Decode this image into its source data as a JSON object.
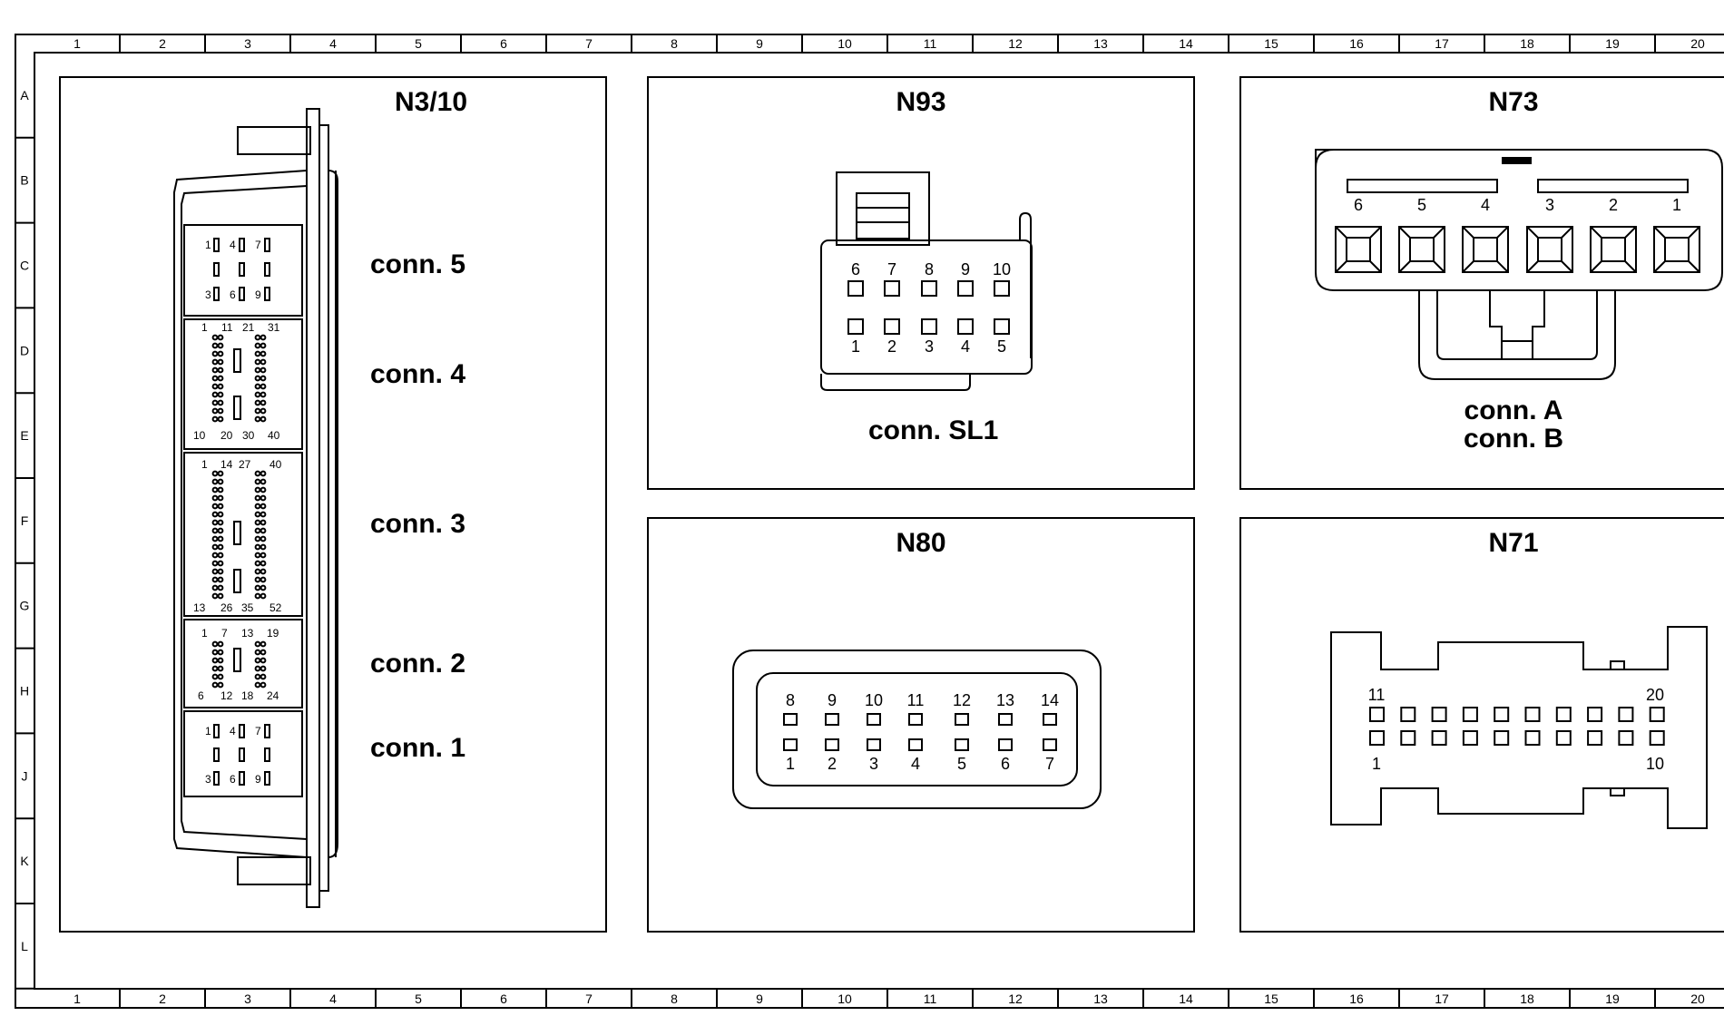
{
  "ruler": {
    "columns": [
      "1",
      "2",
      "3",
      "4",
      "5",
      "6",
      "7",
      "8",
      "9",
      "10",
      "11",
      "12",
      "13",
      "14",
      "15",
      "16",
      "17",
      "18",
      "19",
      "20"
    ],
    "rows": [
      "A",
      "B",
      "C",
      "D",
      "E",
      "F",
      "G",
      "H",
      "J",
      "K",
      "L"
    ]
  },
  "panels": {
    "n3_10": {
      "title": "N3/10",
      "connectors": [
        "conn. 5",
        "conn. 4",
        "conn. 3",
        "conn. 2",
        "conn. 1"
      ],
      "conn5_pins": [
        "1",
        "4",
        "7",
        "3",
        "6",
        "9"
      ],
      "conn4_pins": [
        "1",
        "11",
        "21",
        "31",
        "10",
        "20",
        "30",
        "40"
      ],
      "conn3_pins": [
        "1",
        "14",
        "27",
        "40",
        "13",
        "26",
        "35",
        "52"
      ],
      "conn2_pins": [
        "1",
        "7",
        "13",
        "19",
        "6",
        "12",
        "18",
        "24"
      ],
      "conn1_pins": [
        "1",
        "4",
        "7",
        "3",
        "6",
        "9"
      ]
    },
    "n93": {
      "title": "N93",
      "connector": "conn. SL1",
      "pins_top": [
        "6",
        "7",
        "8",
        "9",
        "10"
      ],
      "pins_bottom": [
        "1",
        "2",
        "3",
        "4",
        "5"
      ]
    },
    "n73": {
      "title": "N73",
      "connectors": [
        "conn. A",
        "conn. B"
      ],
      "pins": [
        "6",
        "5",
        "4",
        "3",
        "2",
        "1"
      ]
    },
    "n80": {
      "title": "N80",
      "pins_top": [
        "8",
        "9",
        "10",
        "11",
        "12",
        "13",
        "14"
      ],
      "pins_bottom": [
        "1",
        "2",
        "3",
        "4",
        "5",
        "6",
        "7"
      ]
    },
    "n71": {
      "title": "N71",
      "pin_labels": [
        "11",
        "20",
        "1",
        "10"
      ]
    }
  }
}
